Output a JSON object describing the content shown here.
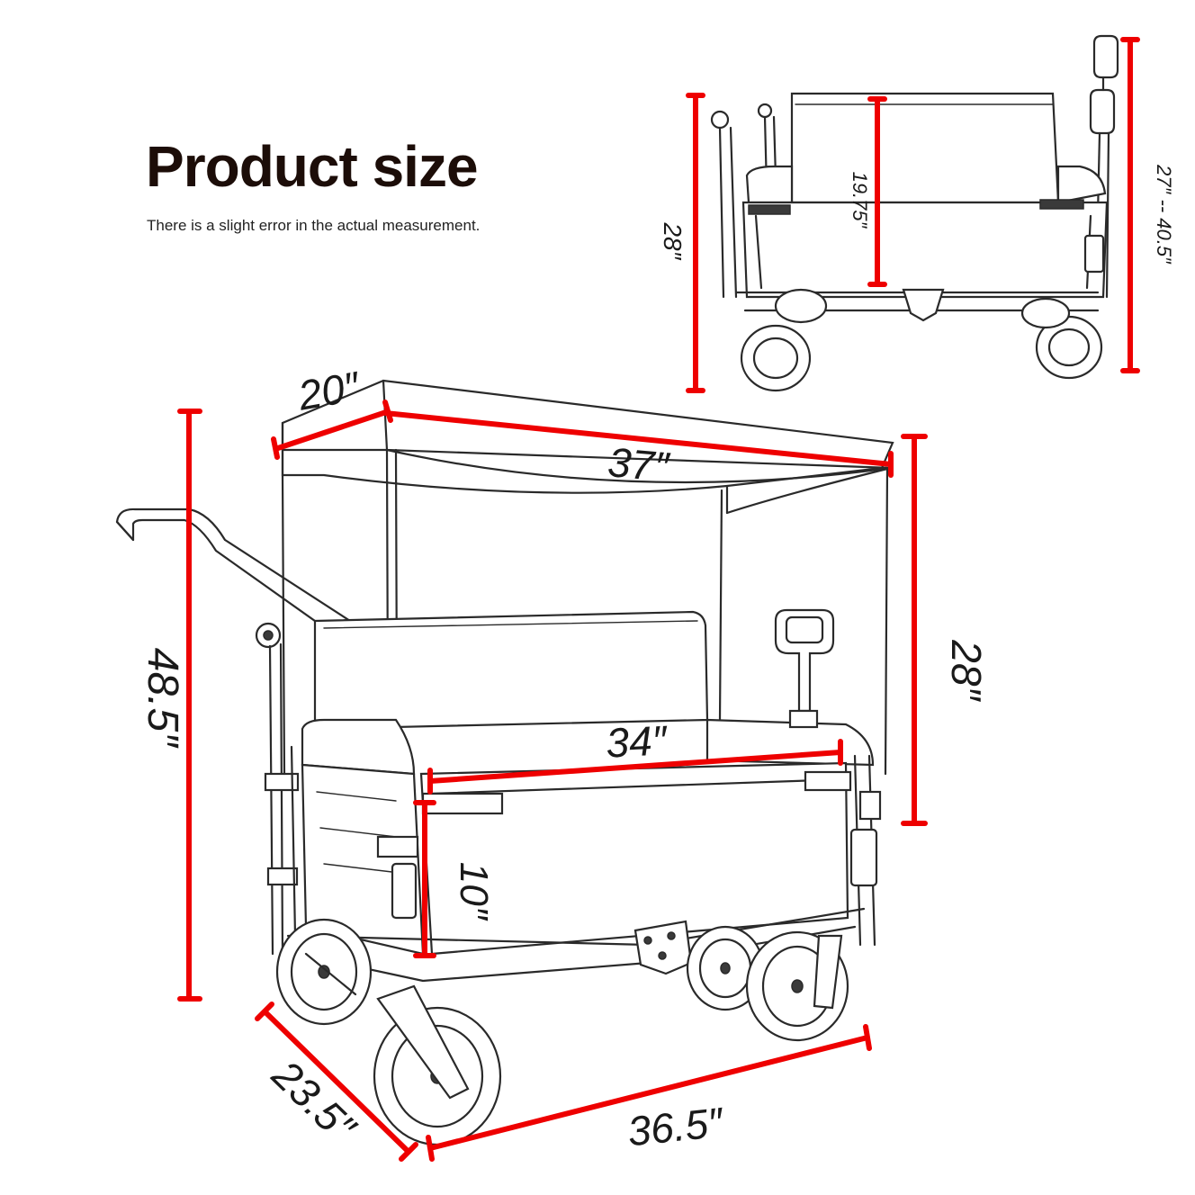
{
  "header": {
    "title": "Product size",
    "subtitle": "There is a slight error in the actual measurement."
  },
  "dimensions": {
    "canopy_depth": "20″",
    "canopy_length": "37″",
    "total_height": "48.5″",
    "canopy_side_height": "28″",
    "inner_length": "34″",
    "bed_depth": "10″",
    "base_width": "23.5″",
    "base_length": "36.5″",
    "folded_height": "28″",
    "seat_back_height": "19.75″",
    "handle_range": "27″ -- 40.5″"
  },
  "colors": {
    "dimension_line": "#ee0000",
    "drawing_line": "#2a2a2a",
    "title": "#1c0d08"
  }
}
